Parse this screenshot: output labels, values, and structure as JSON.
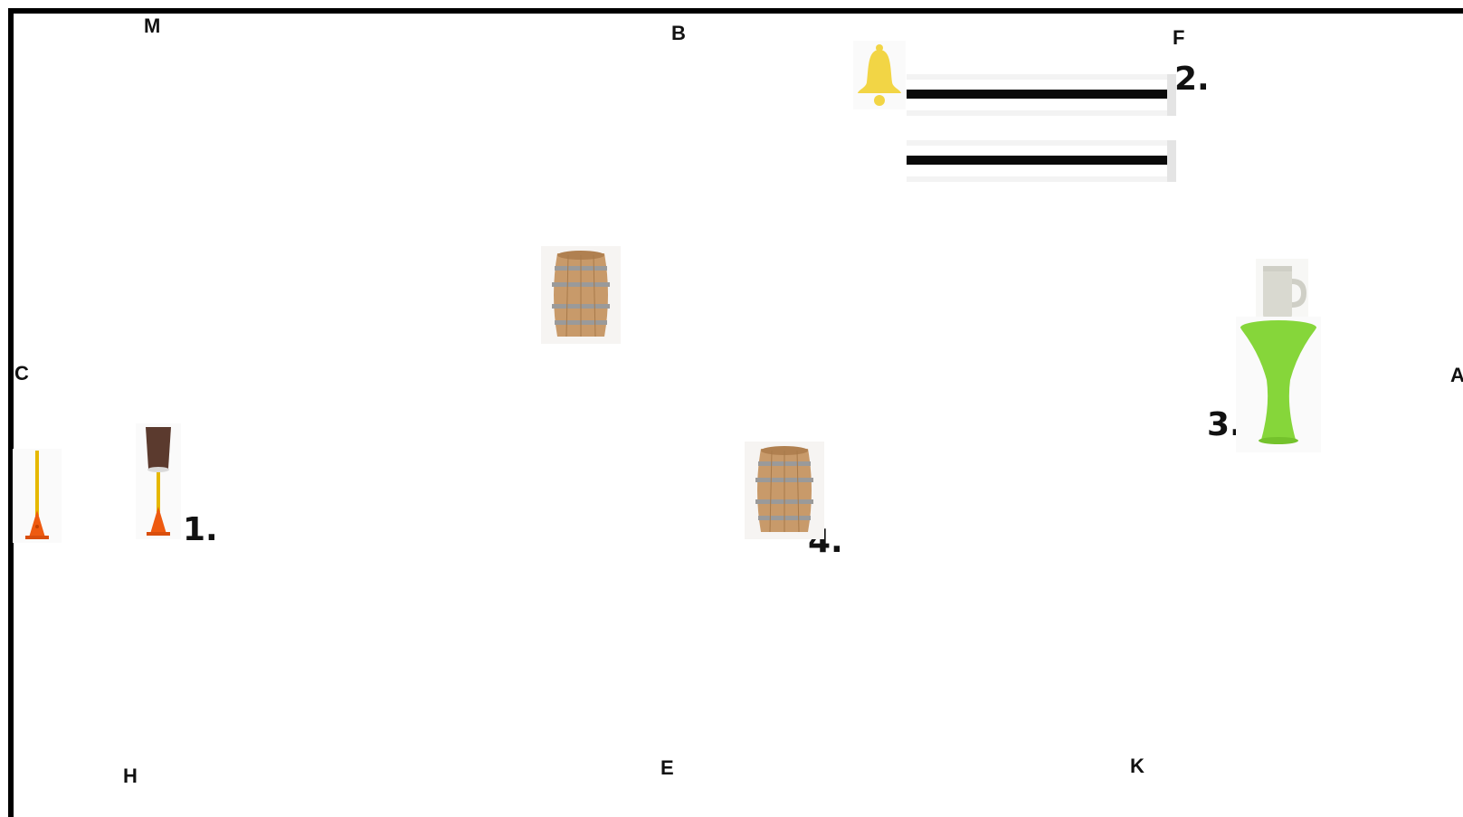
{
  "arena": {
    "markers": {
      "m": "M",
      "b": "B",
      "f": "F",
      "c": "C",
      "a": "A",
      "h": "H",
      "e": "E",
      "k": "K"
    },
    "steps": {
      "s1": "1.",
      "s2": "2.",
      "s3": "3.",
      "s4": "4."
    }
  },
  "props": [
    {
      "name": "pole-cone",
      "icon": "pole-on-cone-icon"
    },
    {
      "name": "pole-cone-with-cup",
      "icon": "cup-on-pole-cone-icon"
    },
    {
      "name": "barrel",
      "icon": "barrel-icon"
    },
    {
      "name": "bell",
      "icon": "bell-icon"
    },
    {
      "name": "ground-poles",
      "icon": "ground-pole-icon"
    },
    {
      "name": "beer-mug-on-table",
      "icon": "beer-mug-icon"
    }
  ],
  "colors": {
    "border": "#000000",
    "cone": "#ee5a10",
    "pole": "#e6b800",
    "cup": "#5b3a2e",
    "bell": "#f2d545",
    "table": "#86d63a",
    "mug": "#d9d9d0",
    "barrel_wood": "#c89a6a",
    "barrel_hoop": "#9a9a9a"
  }
}
